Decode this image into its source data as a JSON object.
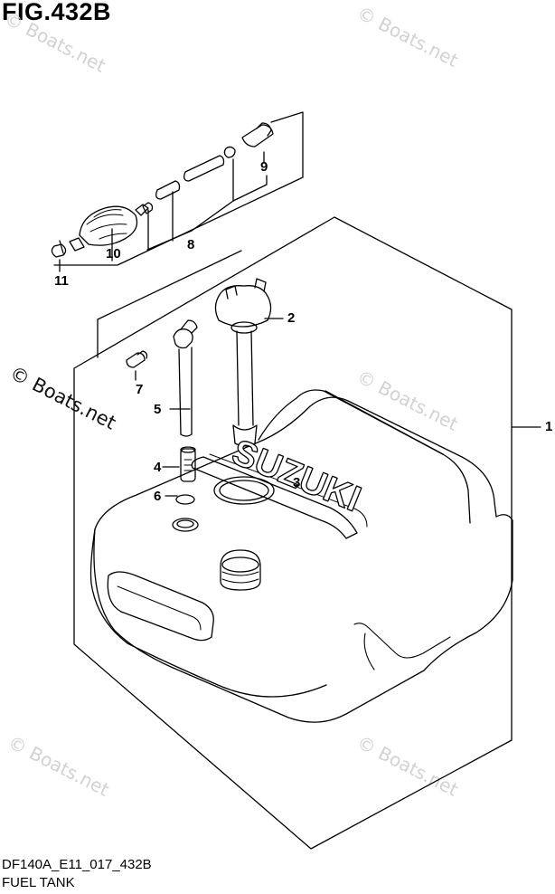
{
  "figure": {
    "title": "FIG.432B"
  },
  "watermark": "© Boats.net",
  "callouts": [
    "1",
    "2",
    "3",
    "4",
    "5",
    "6",
    "7",
    "8",
    "9",
    "10",
    "11"
  ],
  "footer": {
    "code": "DF140A_E11_017_432B",
    "name": "FUEL TANK"
  },
  "tank_emboss": "SUZUKI"
}
